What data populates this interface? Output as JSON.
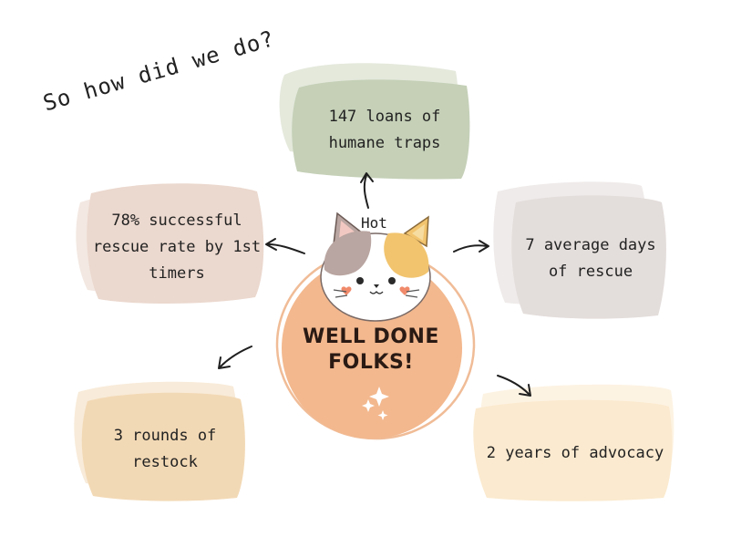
{
  "title": "So how did we do?",
  "hot_label": "Hot",
  "center": {
    "line1": "WELL DONE",
    "line2": "FOLKS!"
  },
  "cards": {
    "loans": {
      "lines": [
        "147 loans of",
        "humane traps"
      ],
      "color": "#c5d0b7"
    },
    "success": {
      "lines": [
        "78% successful",
        "rescue rate by 1st",
        "timers"
      ],
      "color": "#ebd8ce"
    },
    "days": {
      "lines": [
        "7 average days",
        "of rescue"
      ],
      "color": "#e3dddb"
    },
    "restock": {
      "lines": [
        "3 rounds of",
        "restock"
      ],
      "color": "#f2d9b5"
    },
    "advocacy": {
      "lines": [
        "2 years of advocacy"
      ],
      "color": "#fbeacf"
    }
  },
  "colors": {
    "circle": "#f3b88e",
    "ring": "#f0bc97",
    "sparkle": "#ffffff"
  },
  "icons": [
    "cat-face-icon",
    "sparkle-icon",
    "arrow-icon"
  ]
}
